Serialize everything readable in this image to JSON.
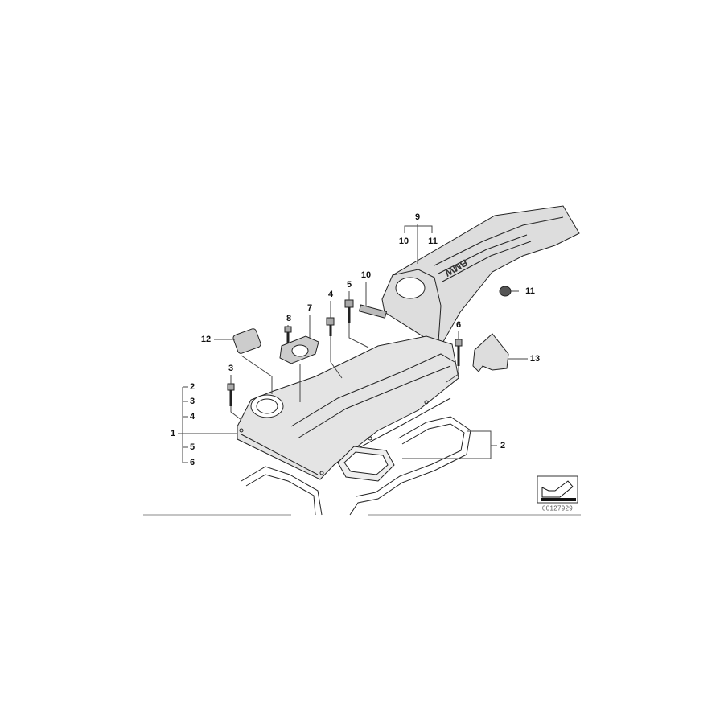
{
  "diagram": {
    "brand_logo": "BMW",
    "image_code": "00127929",
    "icon": "arrow-reference-icon",
    "callouts": {
      "c1": "1",
      "c2_list": "2",
      "c3_list": "3",
      "c4_list": "4",
      "c5_list": "5",
      "c6_list": "6",
      "c2": "2",
      "c3": "3",
      "c4": "4",
      "c5": "5",
      "c6": "6",
      "c7": "7",
      "c8": "8",
      "c9": "9",
      "c10_sub": "10",
      "c11_sub": "11",
      "c10": "10",
      "c11": "11",
      "c12": "12",
      "c13": "13"
    }
  }
}
